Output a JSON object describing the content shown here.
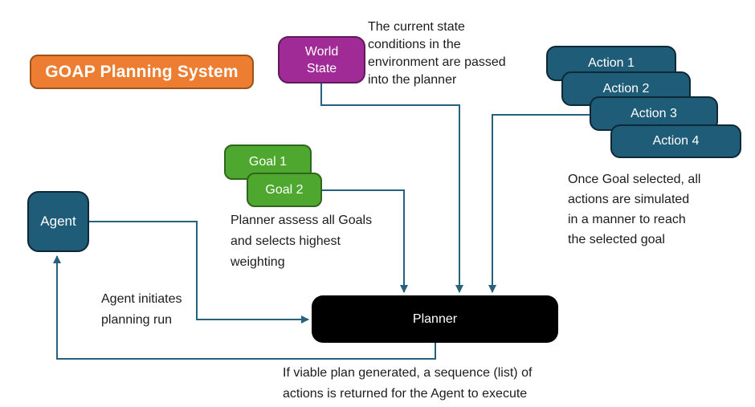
{
  "title": "GOAP Planning System",
  "nodes": {
    "world_state": {
      "lines": [
        "World",
        "State"
      ]
    },
    "agent": {
      "label": "Agent"
    },
    "planner": {
      "label": "Planner"
    },
    "goals": [
      {
        "label": "Goal 1"
      },
      {
        "label": "Goal 2"
      }
    ],
    "actions": [
      {
        "label": "Action 1"
      },
      {
        "label": "Action 2"
      },
      {
        "label": "Action 3"
      },
      {
        "label": "Action 4"
      }
    ]
  },
  "annotations": {
    "world_state_note": {
      "lines": [
        "The current state",
        "conditions in the",
        "environment are passed",
        "into the planner"
      ]
    },
    "actions_note": {
      "lines": [
        "Once Goal selected, all",
        "actions are simulated",
        "in a manner to reach",
        "the selected goal"
      ]
    },
    "goals_note": {
      "lines": [
        "Planner assess all Goals",
        "and selects highest",
        "weighting"
      ]
    },
    "agent_note": {
      "lines": [
        "Agent initiates",
        "planning run"
      ]
    },
    "planner_note": {
      "lines": [
        "If viable plan generated, a sequence (list) of",
        "actions is returned for the Agent to execute"
      ]
    }
  },
  "colors": {
    "title_fill": "#ED7D31",
    "title_border": "#9C5218",
    "world_state_fill": "#A02B97",
    "world_state_border": "#611A5D",
    "goal_fill": "#4EA72E",
    "goal_border": "#2F661B",
    "action_fill": "#1F5C78",
    "action_border": "#0D2836",
    "agent_fill": "#1F5C78",
    "planner_fill": "#000000",
    "connector": "#26617E",
    "text": "#1C1C1C"
  }
}
